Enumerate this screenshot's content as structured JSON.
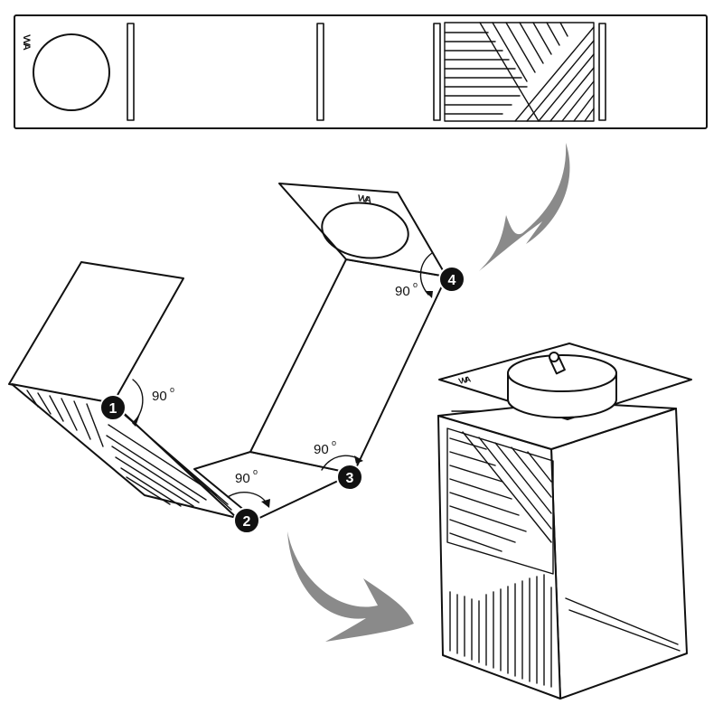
{
  "diagram": {
    "logo_text": "VVA",
    "flat_panel": {
      "features": [
        "circle-hole",
        "fold-line",
        "fold-line",
        "fold-line",
        "slatted-pattern",
        "fold-line"
      ]
    },
    "folds": [
      {
        "step": "1",
        "angle": "90",
        "unit": "o"
      },
      {
        "step": "2",
        "angle": "90",
        "unit": "o"
      },
      {
        "step": "3",
        "angle": "90",
        "unit": "o"
      },
      {
        "step": "4",
        "angle": "90",
        "unit": "o"
      }
    ],
    "colors": {
      "ink": "#111111",
      "arrow": "#8a8a8a",
      "badge": "#111111",
      "background": "#ffffff"
    }
  }
}
